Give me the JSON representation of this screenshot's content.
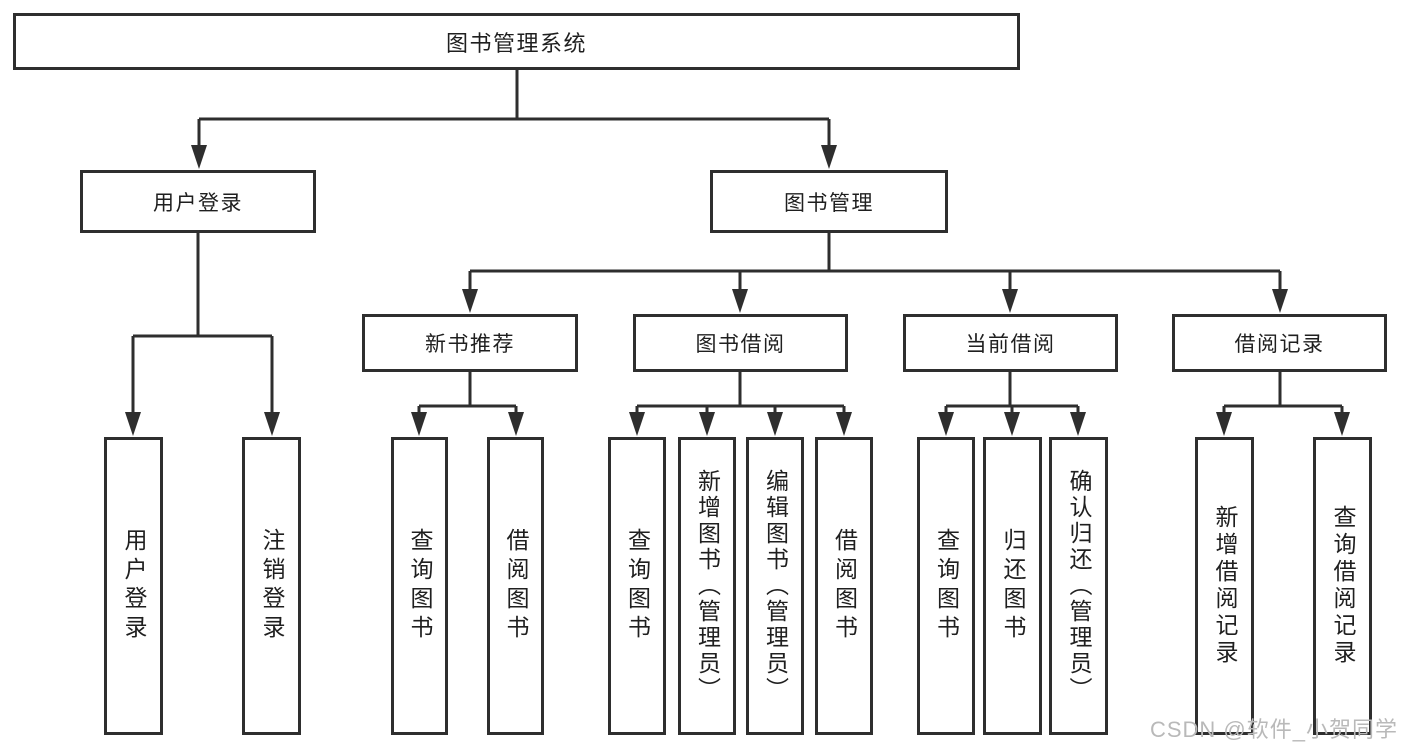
{
  "tree": {
    "label": "图书管理系统",
    "children": [
      {
        "label": "用户登录",
        "children": [
          {
            "label": "用户登录"
          },
          {
            "label": "注销登录"
          }
        ]
      },
      {
        "label": "图书管理",
        "children": [
          {
            "label": "新书推荐",
            "children": [
              {
                "label": "查询图书"
              },
              {
                "label": "借阅图书"
              }
            ]
          },
          {
            "label": "图书借阅",
            "children": [
              {
                "label": "查询图书"
              },
              {
                "label": "新增图书（管理员）"
              },
              {
                "label": "编辑图书（管理员）"
              },
              {
                "label": "借阅图书"
              }
            ]
          },
          {
            "label": "当前借阅",
            "children": [
              {
                "label": "查询图书"
              },
              {
                "label": "归还图书"
              },
              {
                "label": "确认归还（管理员）"
              }
            ]
          },
          {
            "label": "借阅记录",
            "children": [
              {
                "label": "新增借阅记录"
              },
              {
                "label": "查询借阅记录"
              }
            ]
          }
        ]
      }
    ]
  },
  "watermark": {
    "text": "CSDN @软件_小贺同学"
  },
  "colors": {
    "line": "#2e2e2e",
    "box_fill": "#ffffff",
    "text": "#1f1f1f",
    "watermark": "#b9b9b9",
    "background": "#ffffff"
  }
}
